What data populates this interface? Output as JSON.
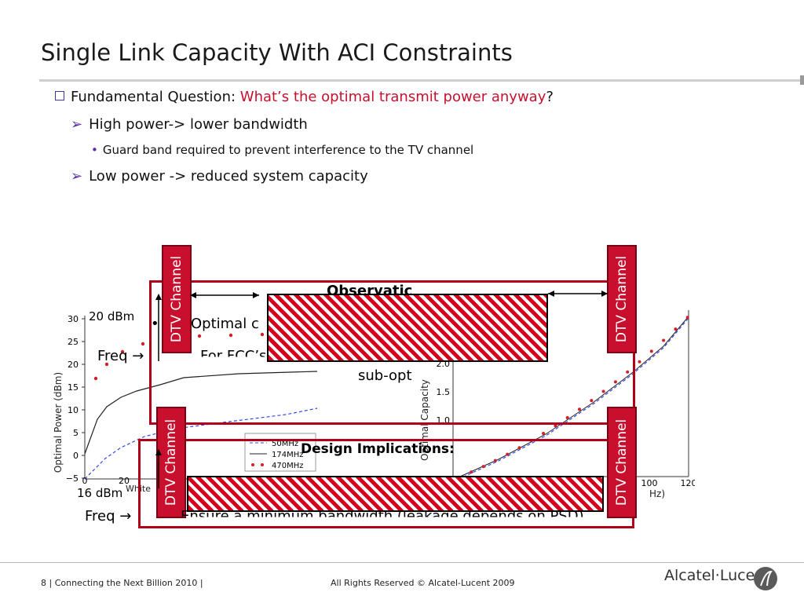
{
  "title": "Single Link Capacity With ACI Constraints",
  "bullets": {
    "l1_prefix": "Fundamental Question: ",
    "l1_highlight": "What’s the optimal transmit power anyway",
    "l1_suffix": "?",
    "l2a": "High power-> lower bandwidth",
    "l3a": "Guard band required to prevent interference to the TV channel",
    "l2b": "Low power -> reduced system capacity"
  },
  "overlays": {
    "dtv_label": "DTV Channel",
    "observation_title": "Observatic",
    "power_20": "20 dBm",
    "power_16": "16 dBm",
    "freq_label": "Freq →",
    "opt_text": "Optimal c",
    "fcc_text": "For FCC’s spectrum mask,",
    "subopt_text": "sub-opt",
    "design_title": "Design Implications:",
    "design_line": "Ensure a minimum bandwidth (leakage depends on PSD)"
  },
  "left_chart": {
    "ylabel": "Optimal Power (dBm)",
    "yticks": [
      "30",
      "25",
      "20",
      "15",
      "10",
      "5",
      "0",
      "−5"
    ],
    "xticks": [
      "0",
      "20"
    ],
    "xlabel_fragment": "White",
    "legend": [
      "50MHz",
      "174MHz",
      "470MHz"
    ],
    "colors": {
      "s50": "#3344ee",
      "s174": "#222222",
      "s470": "#d0202a"
    }
  },
  "right_chart": {
    "ylabel": "Optimal Capacity",
    "yticks": [
      "2.0",
      "1.5",
      "1.0"
    ],
    "xticks": [
      "100",
      "120"
    ],
    "xlabel_fragment": "Hz)"
  },
  "footer": {
    "left": "8 | Connecting the Next Billion 2010 |",
    "center": "All Rights Reserved © Alcatel-Lucent 2009",
    "logo": "Alcatel·Lucent"
  }
}
